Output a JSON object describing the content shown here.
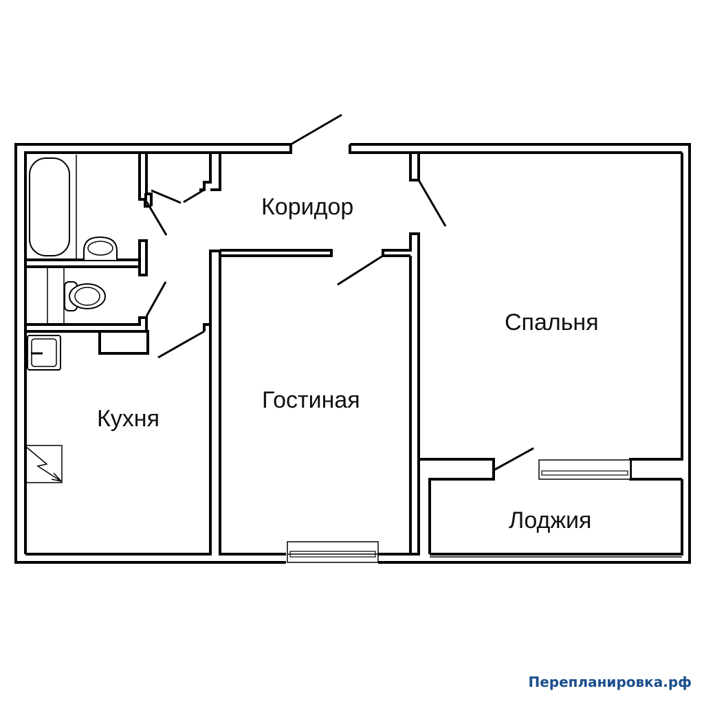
{
  "plan": {
    "type": "apartment floor plan",
    "rooms": {
      "corridor": "Коридор",
      "bedroom": "Спальня",
      "living_room": "Гостиная",
      "kitchen": "Кухня",
      "loggia": "Лоджия"
    },
    "fixtures": [
      "bathtub",
      "sink",
      "toilet",
      "kitchen-sink",
      "stove"
    ]
  },
  "brand": {
    "watermark": "Перепланировка.рф",
    "color": "#1b4f8c"
  }
}
